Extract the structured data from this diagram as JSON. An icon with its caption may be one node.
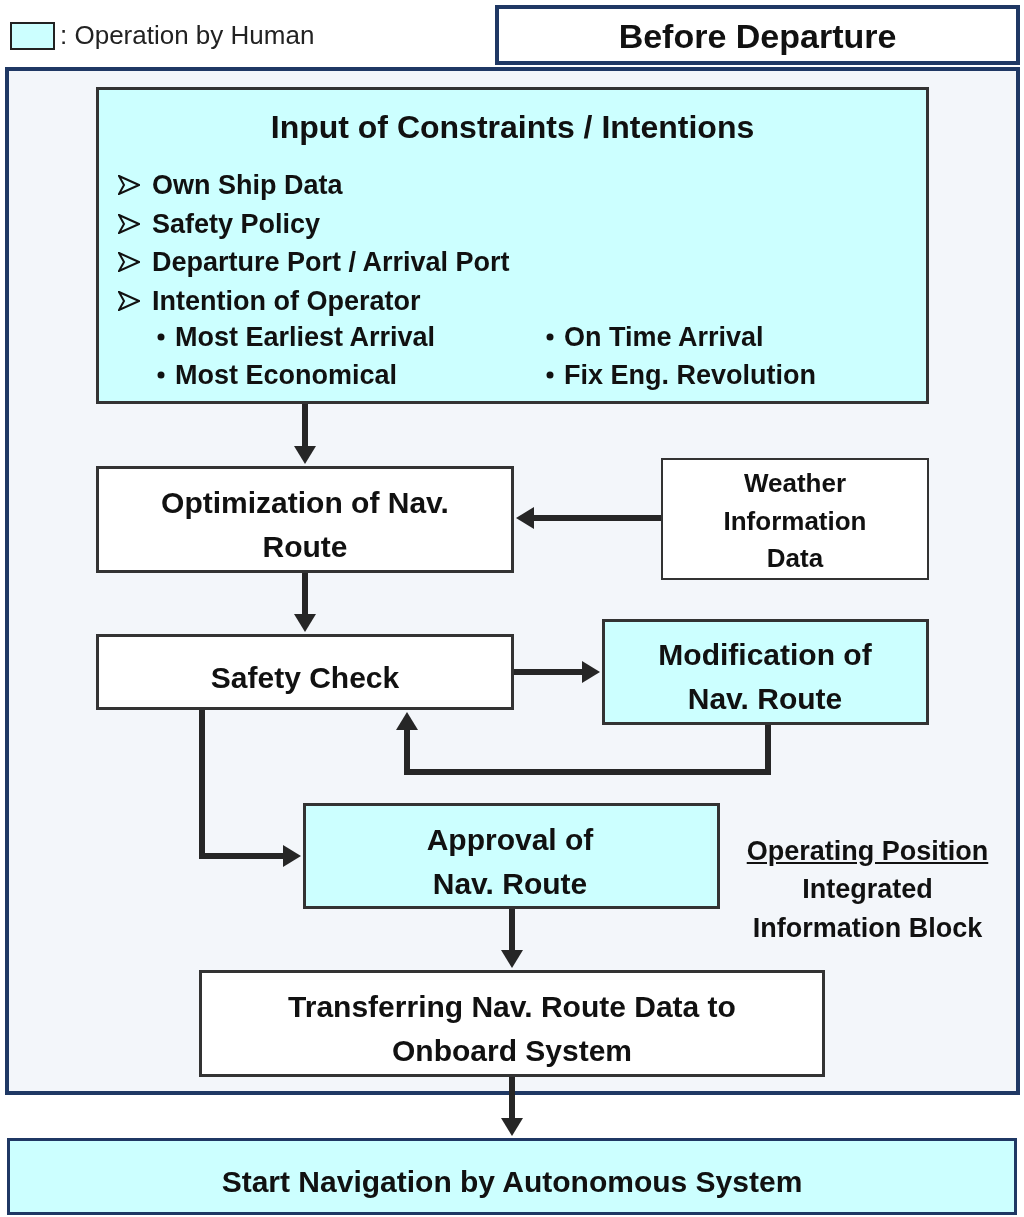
{
  "diagram": {
    "nodes": [
      {
        "text": [
          "Before Departure"
        ]
      },
      {
        "text": [
          "Operating Position",
          "Integrated Information Block"
        ]
      },
      {
        "text": [
          "Input of Constraints / Intentions",
          "Own Ship Data",
          "Safety Policy",
          "Departure Port / Arrival Port",
          "Intention of Operator",
          "Most Earliest Arrival",
          "On Time Arrival",
          "Most Economical",
          "Fix Eng. Revolution"
        ],
        "in": 1
      },
      {
        "text": [
          "Optimization of Nav. Route"
        ],
        "in": 1
      },
      {
        "text": [
          "Weather Information Data"
        ],
        "in": 1
      },
      {
        "text": [
          "Safety Check"
        ],
        "in": 1
      },
      {
        "text": [
          "Modification of Nav. Route"
        ],
        "in": 1
      },
      {
        "text": [
          "Approval of Nav. Route"
        ],
        "in": 1
      },
      {
        "text": [
          "Transferring Nav. Route Data to Onboard System"
        ],
        "in": 1
      },
      {
        "text": [
          "Start Navigation by Autonomous System"
        ]
      }
    ],
    "edges": [
      {
        "from": 2,
        "to": 3,
        "arrow": "to"
      },
      {
        "from": 4,
        "to": 3,
        "arrow": "to"
      },
      {
        "from": 3,
        "to": 5,
        "arrow": "to"
      },
      {
        "from": 5,
        "to": 6,
        "arrow": "to"
      },
      {
        "from": 6,
        "to": 5,
        "arrow": "to"
      },
      {
        "from": 5,
        "to": 7,
        "arrow": "to"
      },
      {
        "from": 7,
        "to": 8,
        "arrow": "to"
      },
      {
        "from": 8,
        "to": 9,
        "arrow": "to"
      }
    ],
    "legend": [
      {
        "text": ": Operation by Human",
        "color": "#ccffff"
      }
    ]
  }
}
